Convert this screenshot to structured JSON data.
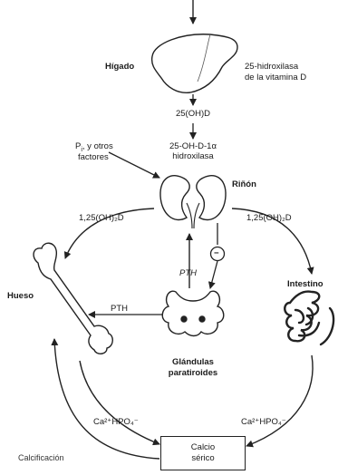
{
  "labels": {
    "higado": "Hígado",
    "hidroxilasa_l1": "25-hidroxilasa",
    "hidroxilasa_l2": "de la vitamina D",
    "oh_d": "25(OH)D",
    "alfa_l1": "25-OH-D-1α",
    "alfa_l2": "hidroxilasa",
    "pi_l1": "P",
    "pi_sub": "i",
    "pi_rest": ", y otros",
    "pi_l2": "factores",
    "rinon": "Riñón",
    "oh2d_left": "1,25(OH)₂D",
    "oh2d_right": "1,25(OH)₂D",
    "pth_center": "PTH",
    "minus": "−",
    "hueso": "Hueso",
    "pth_left": "PTH",
    "intestino": "Intestino",
    "glandulas_l1": "Glándulas",
    "glandulas_l2": "paratiroides",
    "ca_left": "Ca²⁺HPO₄⁻",
    "ca_right": "Ca²⁺HPO₄⁻",
    "calcio_l1": "Calcio",
    "calcio_l2": "sérico",
    "calcificacion": "Calcificación"
  },
  "colors": {
    "line": "#222222",
    "organ_fill": "#ffffff",
    "text": "#1a1a1a"
  }
}
